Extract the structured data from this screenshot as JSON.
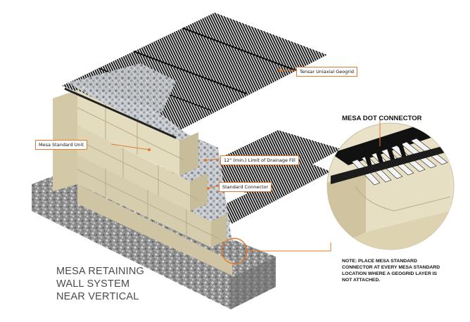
{
  "labels": {
    "geogrid": "Tensar Uniaxial Geogrid",
    "unit": "Mesa Standard Unit",
    "drainage": "12\" (min.) Limit of Drainage Fill",
    "connector": "Standard Connector"
  },
  "title": {
    "line1": "MESA RETAINING",
    "line2": "WALL SYSTEM",
    "line3": "NEAR VERTICAL"
  },
  "detail": {
    "title": "MESA DOT CONNECTOR",
    "note": "NOTE: PLACE MESA STANDARD CONNECTOR AT EVERY MESA STANDARD LOCATION WHERE A GEOGRID LAYER IS NOT ATTACHED."
  },
  "colors": {
    "accent": "#e07a2e",
    "block": "#e4dcbf",
    "block_shadow": "#c7bd9b",
    "geogrid": "#1a1a1a",
    "gravel": "#9a9a9a",
    "detail_bg": "#e9e2c8"
  }
}
